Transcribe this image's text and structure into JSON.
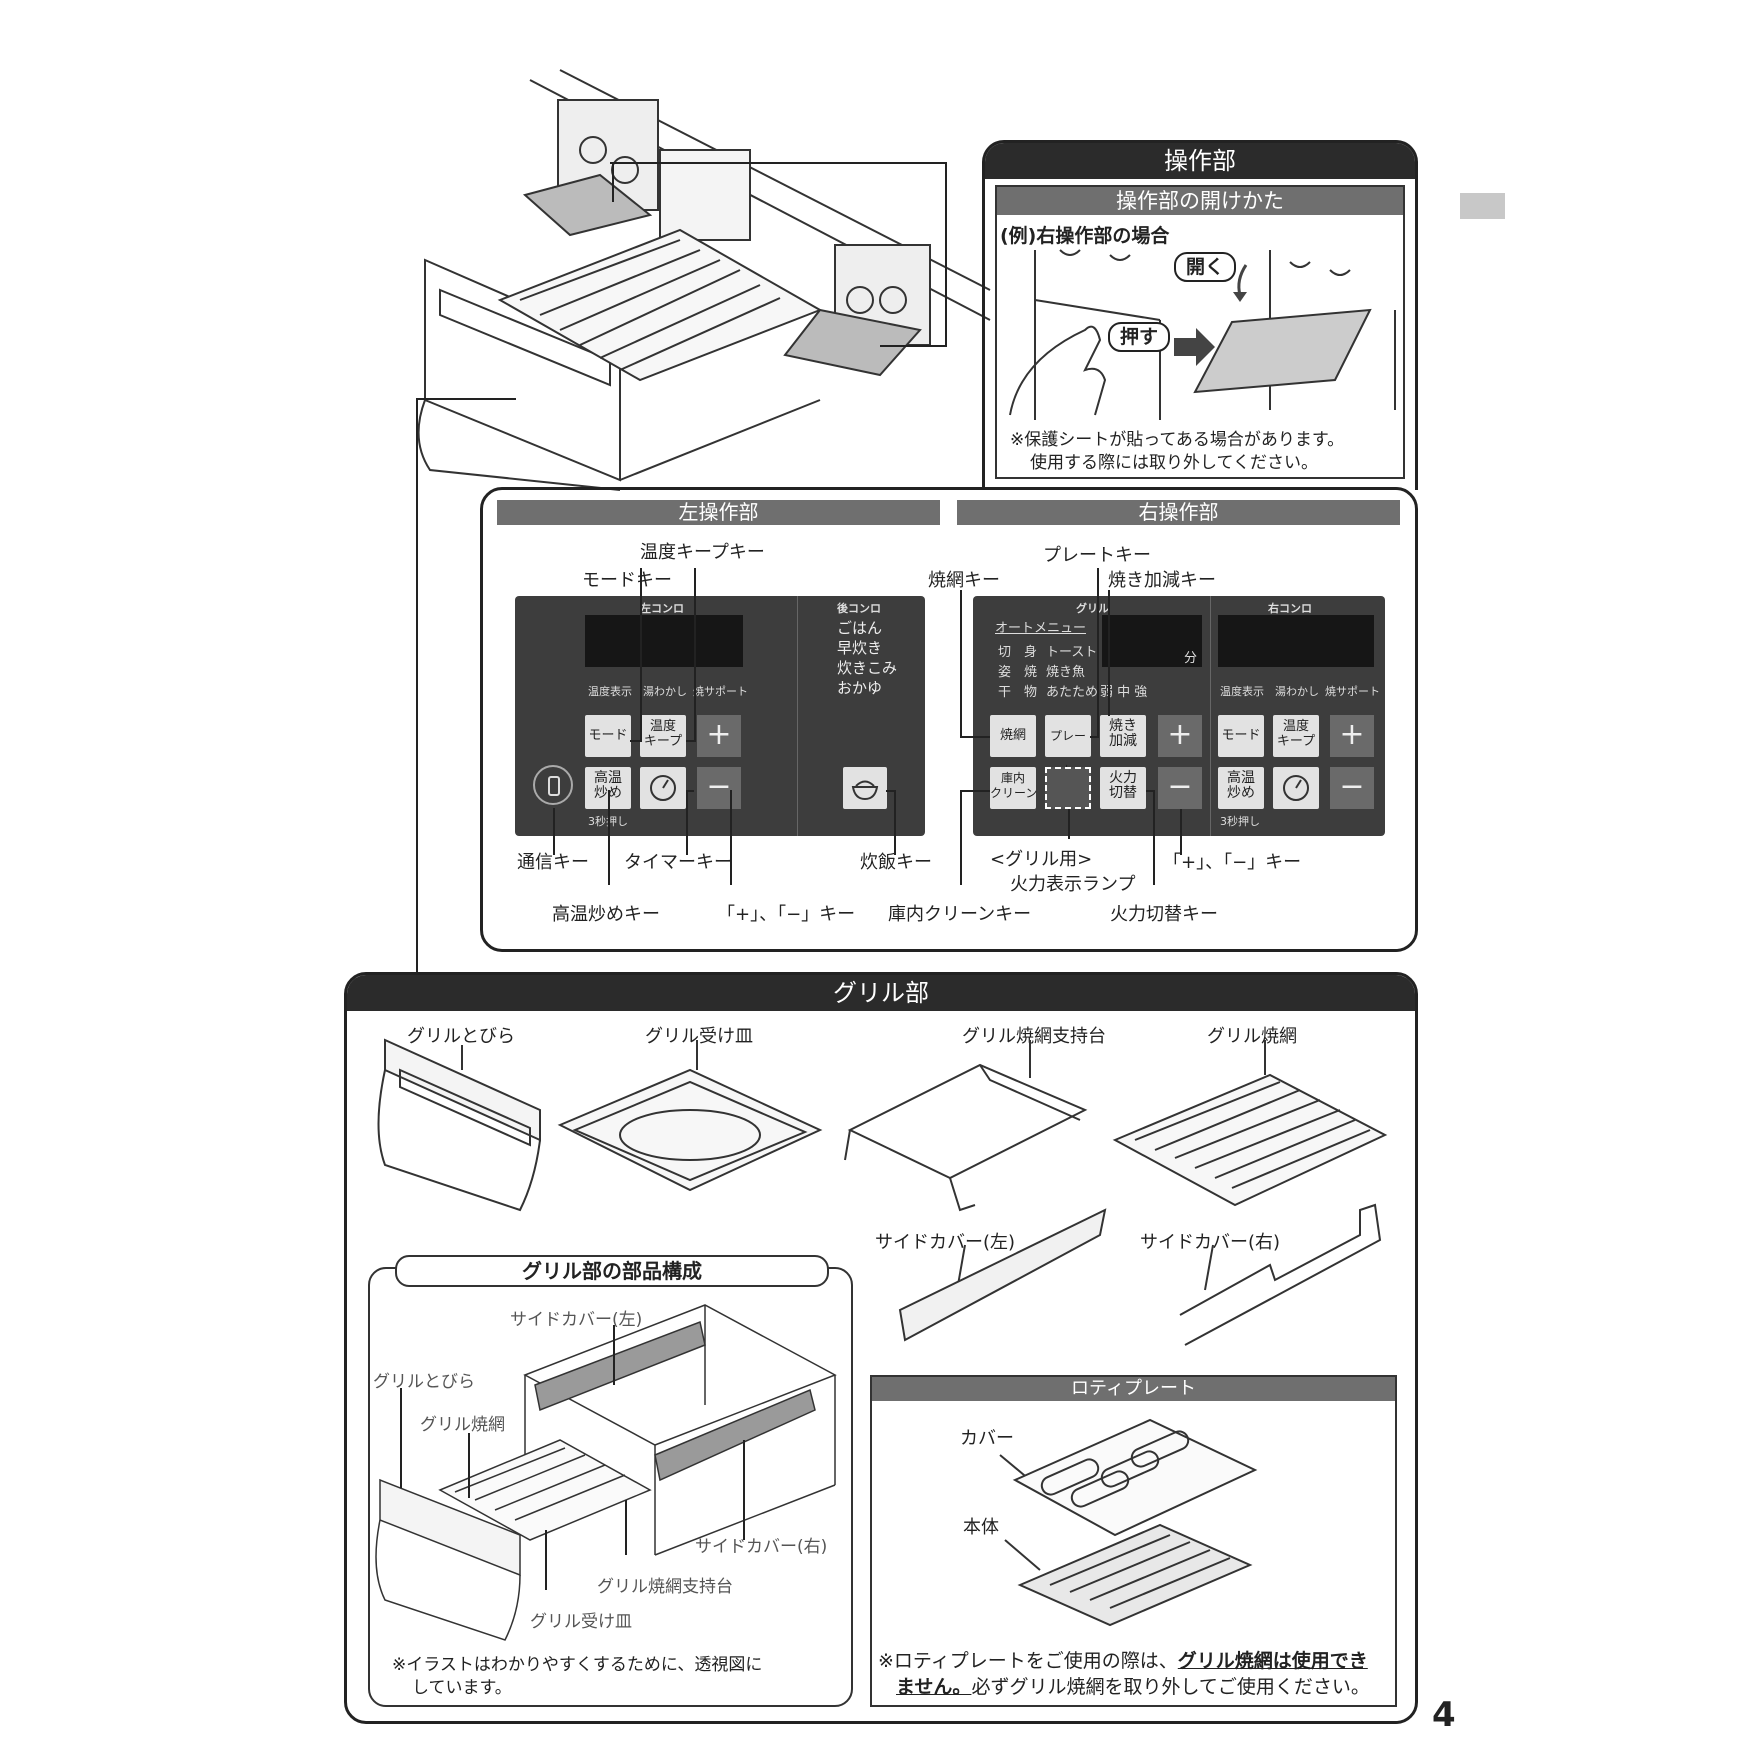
{
  "side_tab_color": "#c8c8c8",
  "page_number": "4",
  "operation": {
    "title": "操作部",
    "open_method": {
      "title": "操作部の開けかた",
      "example": "(例)右操作部の場合",
      "press": "押す",
      "open": "開く",
      "note1": "※保護シートが貼ってある場合があります。",
      "note2": "使用する際には取り外してください。"
    },
    "left": {
      "title": "左操作部",
      "panel": {
        "left_burner": "左コンロ",
        "rear_burner": "後コンロ",
        "rear_menu": [
          "ごはん",
          "早炊き",
          "炊きこみ",
          "おかゆ"
        ],
        "indicators": [
          "温度表示",
          "湯わかし",
          "焼サポート"
        ],
        "key_mode": "モード",
        "key_keep": "温度\nキープ",
        "key_high": "高温\n炒め",
        "long_press": "3秒押し",
        "plus": "+",
        "minus": "−"
      },
      "labels": {
        "keep_key": "温度キープキー",
        "mode_key": "モードキー",
        "comm_key": "通信キー",
        "timer_key": "タイマーキー",
        "rice_key": "炊飯キー",
        "high_temp_key": "高温炒めキー",
        "plus_minus_key": "「+」、「−」キー"
      }
    },
    "right": {
      "title": "右操作部",
      "panel": {
        "grill": "グリル",
        "right_burner": "右コンロ",
        "auto_menu": "オートメニュー",
        "menu_rows": [
          "切　身",
          "トースト",
          "姿　焼",
          "焼き魚",
          "干　物",
          "あたため"
        ],
        "strength": "弱 中 強",
        "minute": "分",
        "key_net": "焼網",
        "key_plate": "プレート",
        "key_adjust": "焼き\n加減",
        "key_clean": "庫内\nクリーン",
        "key_fire": "火力\n切替",
        "indicators": [
          "温度表示",
          "湯わかし",
          "焼サポート"
        ],
        "key_mode": "モード",
        "key_keep": "温度\nキープ",
        "key_high": "高温\n炒め",
        "long_press": "3秒押し",
        "plus": "+",
        "minus": "−"
      },
      "labels": {
        "plate_key": "プレートキー",
        "net_key": "焼網キー",
        "adjust_key": "焼き加減キー",
        "lamp1": "<グリル用>",
        "lamp2": "火力表示ランプ",
        "plus_minus_key": "「+」、「−」キー",
        "clean_key": "庫内クリーンキー",
        "fire_key": "火力切替キー"
      }
    }
  },
  "grill": {
    "title": "グリル部",
    "parts": {
      "door": "グリルとびら",
      "tray": "グリル受け皿",
      "net_support": "グリル焼網支持台",
      "net": "グリル焼網",
      "side_left": "サイドカバー(左)",
      "side_right": "サイドカバー(右)"
    },
    "structure": {
      "title": "グリル部の部品構成",
      "side_left": "サイドカバー(左)",
      "door": "グリルとびら",
      "net": "グリル焼網",
      "side_right": "サイドカバー(右)",
      "net_support": "グリル焼網支持台",
      "tray": "グリル受け皿",
      "note1": "※イラストはわかりやすくするために、透視図に",
      "note2": "しています。"
    },
    "roti": {
      "title": "ロティプレート",
      "cover": "カバー",
      "body": "本体",
      "note_a": "※ロティプレートをご使用の際は、",
      "note_b": "グリル焼網は使用でき",
      "note_c": "ません。",
      "note_d": "必ずグリル焼網を取り外してご使用ください。"
    }
  }
}
